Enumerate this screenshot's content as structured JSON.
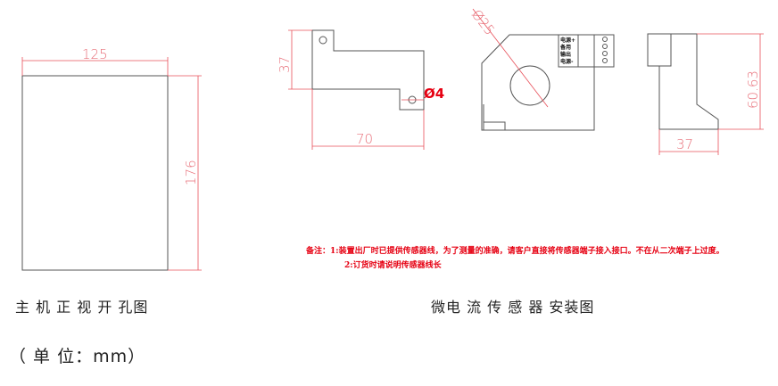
{
  "panel_cutout": {
    "width_dim": "125",
    "height_dim": "176",
    "caption": "主 机 正 视 开 孔图"
  },
  "bracket": {
    "height_dim": "37",
    "width_dim": "70",
    "hole_dim": "Ø4"
  },
  "sensor": {
    "hole_dim": "Ø25",
    "terminals": [
      "电源+",
      "备用",
      "输出",
      "电源-"
    ]
  },
  "side_view": {
    "height_dim": "60.63",
    "width_dim": "37"
  },
  "notes": {
    "line1": "备注：1:装置出厂时已提供传感器线，为了测量的准确，请客户直接将传感器端子接入接口。不在从二次端子上过度。",
    "line2": "2:订货时请说明传感器线长"
  },
  "install_caption": "微电 流 传 感 器 安装图",
  "unit_label": "（ 单 位：mm）"
}
